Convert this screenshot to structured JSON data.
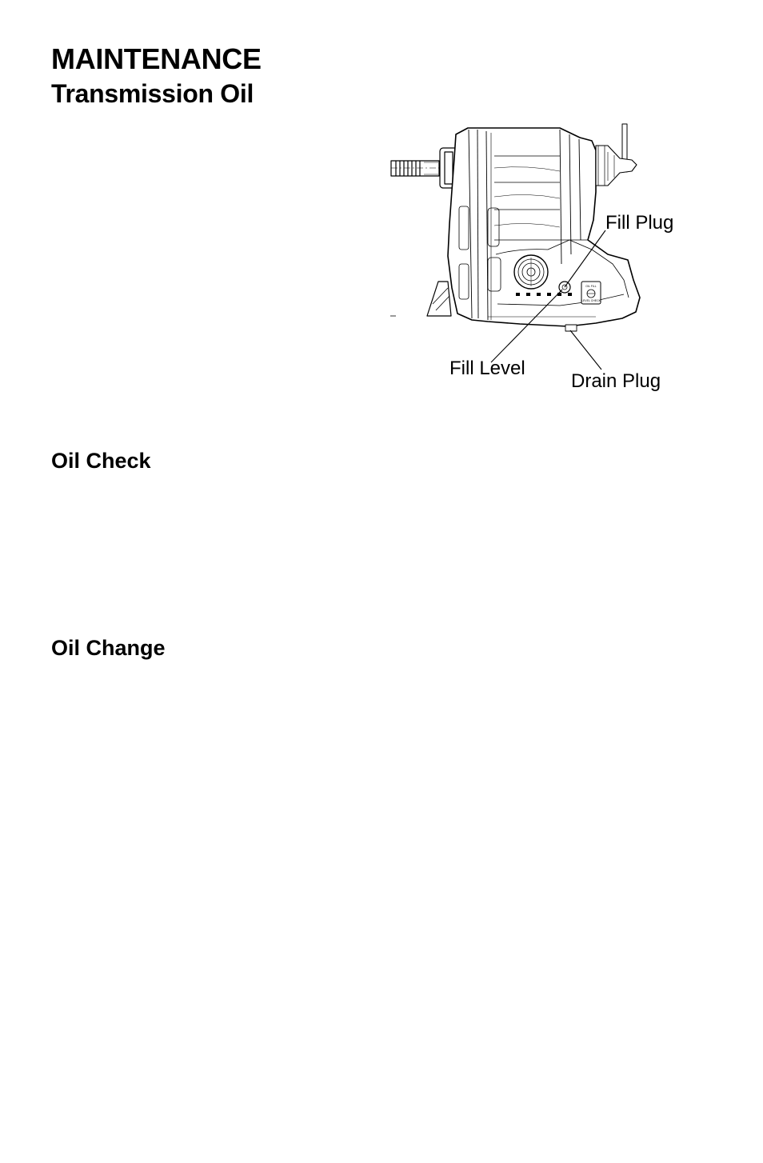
{
  "header": {
    "section": "MAINTENANCE",
    "topic": "Transmission Oil"
  },
  "diagram": {
    "labels": {
      "fill_plug": "Fill Plug",
      "fill_level": "Fill Level",
      "drain_plug": "Drain Plug"
    },
    "plate_lines": [
      "OIL FILL",
      "LEVEL CHECK"
    ]
  },
  "sections": {
    "oil_check": "Oil Check",
    "oil_change": "Oil Change"
  }
}
